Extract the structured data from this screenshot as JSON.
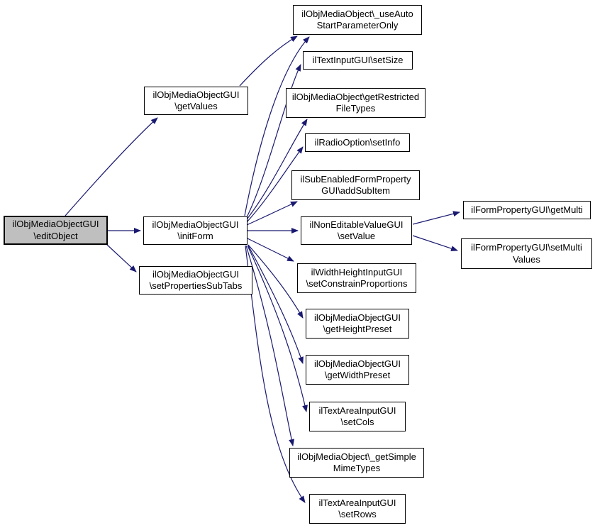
{
  "diagram": {
    "type": "call-graph",
    "description": "Doxygen-style function call graph",
    "colors": {
      "background": "#ffffff",
      "edge": "#191970",
      "node_fill": "#ffffff",
      "node_border": "#000000",
      "highlight_fill": "#bfbfbf",
      "text": "#000000"
    },
    "nodes": [
      {
        "id": "editObject",
        "label": "ilObjMediaObjectGUI\n\\editObject",
        "highlighted": true
      },
      {
        "id": "getValues",
        "label": "ilObjMediaObjectGUI\n\\getValues",
        "highlighted": false
      },
      {
        "id": "initForm",
        "label": "ilObjMediaObjectGUI\n\\initForm",
        "highlighted": false
      },
      {
        "id": "setPropertiesSubTabs",
        "label": "ilObjMediaObjectGUI\n\\setPropertiesSubTabs",
        "highlighted": false
      },
      {
        "id": "useAutoStartParameterOnly",
        "label": "ilObjMediaObject\\_useAuto\nStartParameterOnly",
        "highlighted": false
      },
      {
        "id": "setSize",
        "label": "ilTextInputGUI\\setSize",
        "highlighted": false
      },
      {
        "id": "getRestrictedFileTypes",
        "label": "ilObjMediaObject\\getRestricted\nFileTypes",
        "highlighted": false
      },
      {
        "id": "setInfo",
        "label": "ilRadioOption\\setInfo",
        "highlighted": false
      },
      {
        "id": "addSubItem",
        "label": "ilSubEnabledFormProperty\nGUI\\addSubItem",
        "highlighted": false
      },
      {
        "id": "setValue",
        "label": "ilNonEditableValueGUI\n\\setValue",
        "highlighted": false
      },
      {
        "id": "setConstrainProportions",
        "label": "ilWidthHeightInputGUI\n\\setConstrainProportions",
        "highlighted": false
      },
      {
        "id": "getHeightPreset",
        "label": "ilObjMediaObjectGUI\n\\getHeightPreset",
        "highlighted": false
      },
      {
        "id": "getWidthPreset",
        "label": "ilObjMediaObjectGUI\n\\getWidthPreset",
        "highlighted": false
      },
      {
        "id": "setCols",
        "label": "ilTextAreaInputGUI\n\\setCols",
        "highlighted": false
      },
      {
        "id": "getSimpleMimeTypes",
        "label": "ilObjMediaObject\\_getSimple\nMimeTypes",
        "highlighted": false
      },
      {
        "id": "setRows",
        "label": "ilTextAreaInputGUI\n\\setRows",
        "highlighted": false
      },
      {
        "id": "getMulti",
        "label": "ilFormPropertyGUI\\getMulti",
        "highlighted": false
      },
      {
        "id": "setMultiValues",
        "label": "ilFormPropertyGUI\\setMulti\nValues",
        "highlighted": false
      }
    ],
    "edges": [
      {
        "from": "editObject",
        "to": "getValues"
      },
      {
        "from": "editObject",
        "to": "initForm"
      },
      {
        "from": "editObject",
        "to": "setPropertiesSubTabs"
      },
      {
        "from": "getValues",
        "to": "useAutoStartParameterOnly"
      },
      {
        "from": "initForm",
        "to": "useAutoStartParameterOnly"
      },
      {
        "from": "initForm",
        "to": "setSize"
      },
      {
        "from": "initForm",
        "to": "getRestrictedFileTypes"
      },
      {
        "from": "initForm",
        "to": "setInfo"
      },
      {
        "from": "initForm",
        "to": "addSubItem"
      },
      {
        "from": "initForm",
        "to": "setValue"
      },
      {
        "from": "initForm",
        "to": "setConstrainProportions"
      },
      {
        "from": "initForm",
        "to": "getHeightPreset"
      },
      {
        "from": "initForm",
        "to": "getWidthPreset"
      },
      {
        "from": "initForm",
        "to": "setCols"
      },
      {
        "from": "initForm",
        "to": "getSimpleMimeTypes"
      },
      {
        "from": "initForm",
        "to": "setRows"
      },
      {
        "from": "setValue",
        "to": "getMulti"
      },
      {
        "from": "setValue",
        "to": "setMultiValues"
      }
    ]
  }
}
